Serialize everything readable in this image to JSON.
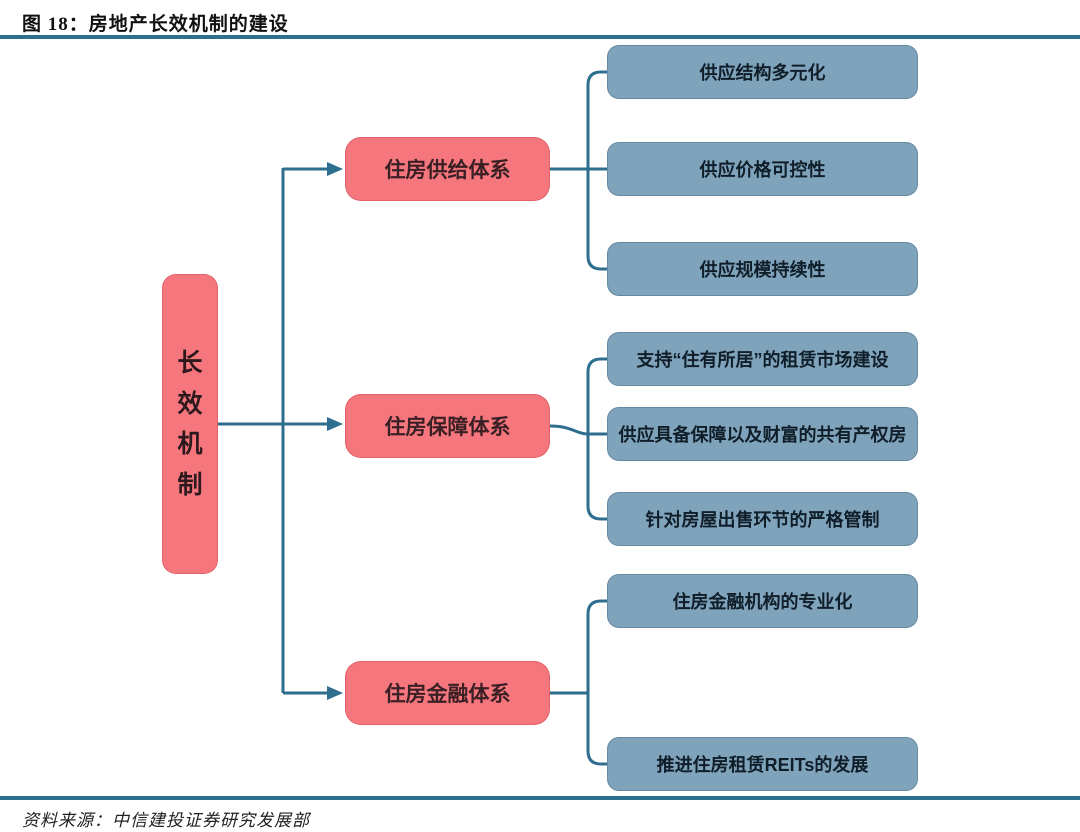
{
  "figure": {
    "title": "图 18：房地产长效机制的建设",
    "source": "资料来源：中信建投证券研究发展部"
  },
  "colors": {
    "node_pink": "#f5777d",
    "node_blue": "#7fa3bb",
    "connector": "#2e6e8e",
    "rule": "#2c6f91"
  },
  "diagram": {
    "root": {
      "label": "长效机制"
    },
    "branches": [
      {
        "label": "住房供给体系",
        "children": [
          {
            "label": "供应结构多元化"
          },
          {
            "label": "供应价格可控性"
          },
          {
            "label": "供应规模持续性"
          }
        ]
      },
      {
        "label": "住房保障体系",
        "children": [
          {
            "label": "支持“住有所居”的租赁市场建设"
          },
          {
            "label": "供应具备保障以及财富的共有产权房"
          },
          {
            "label": "针对房屋出售环节的严格管制"
          }
        ]
      },
      {
        "label": "住房金融体系",
        "children": [
          {
            "label": "住房金融机构的专业化"
          },
          {
            "label": "推进住房租赁REITs的发展"
          }
        ]
      }
    ]
  }
}
